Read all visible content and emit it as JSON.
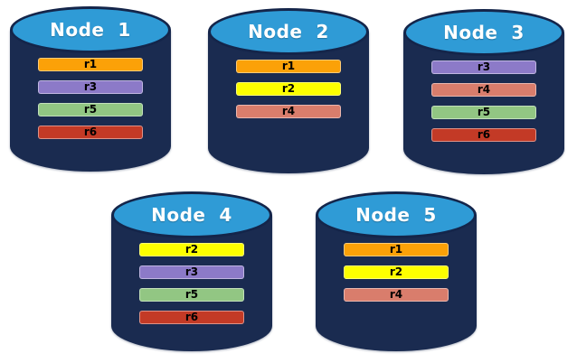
{
  "colors": {
    "cylinder_body": "#1A2B50",
    "cylinder_top": "#2F9BD6",
    "cylinder_top_border": "#14254A",
    "title_text": "#FFFFFF",
    "bar_text": "#000000"
  },
  "replica_colors": {
    "r1": "#FBA108",
    "r2": "#FDFF00",
    "r3": "#8C7AC8",
    "r4": "#D97D6C",
    "r5": "#92C683",
    "r6": "#C33A26"
  },
  "nodes": [
    {
      "label": "Node  1",
      "replicas": [
        "r1",
        "r3",
        "r5",
        "r6"
      ]
    },
    {
      "label": "Node  2",
      "replicas": [
        "r1",
        "r2",
        "r4"
      ]
    },
    {
      "label": "Node  3",
      "replicas": [
        "r3",
        "r4",
        "r5",
        "r6"
      ]
    },
    {
      "label": "Node  4",
      "replicas": [
        "r2",
        "r3",
        "r5",
        "r6"
      ]
    },
    {
      "label": "Node  5",
      "replicas": [
        "r1",
        "r2",
        "r4"
      ]
    }
  ]
}
